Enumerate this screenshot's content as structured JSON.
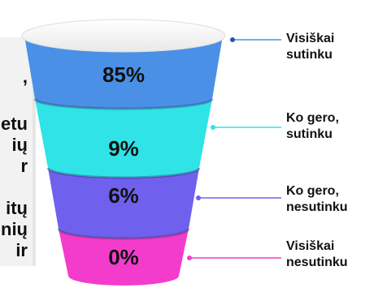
{
  "chart_data": {
    "type": "funnel",
    "categories": [
      "Visiškai sutinku",
      "Ko gero, sutinku",
      "Ko gero, nesutinku",
      "Visiškai nesutinku"
    ],
    "values": [
      85,
      9,
      6,
      0
    ],
    "value_labels": [
      "85%",
      "9%",
      "6%",
      "0%"
    ],
    "unit": "%",
    "colors": [
      "#4a90e6",
      "#2fe3e6",
      "#7060ee",
      "#f43ccc"
    ],
    "legend_lines": [
      [
        "Visiškai",
        "sutinku"
      ],
      [
        "Ko gero,",
        "sutinku"
      ],
      [
        "Ko gero,",
        "nesutinku"
      ],
      [
        "Visiškai",
        "nesutinku"
      ]
    ]
  },
  "left_fragments": [
    ",",
    "etu\niŲ\nr",
    "itų\nnių\nir"
  ]
}
